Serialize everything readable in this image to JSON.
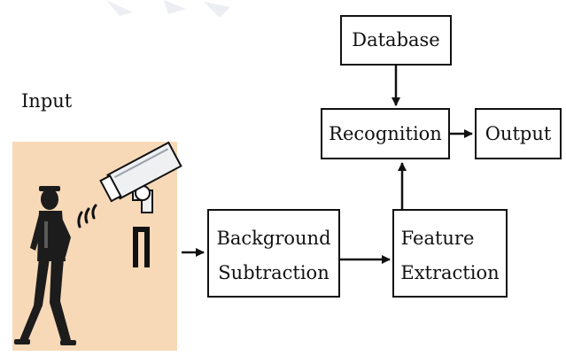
{
  "input_label": "Input",
  "boxes": {
    "database": "Database",
    "recognition": "Recognition",
    "output": "Output",
    "background_subtraction": [
      "Background",
      "Subtraction"
    ],
    "feature_extraction": [
      "Feature",
      "Extraction"
    ]
  },
  "colors": {
    "input_panel": "#f7d9b8",
    "stroke": "#111111",
    "camera_body": "#eef0f2",
    "person": "#1c1c1c"
  },
  "icons": [
    "walking-person-icon",
    "surveillance-camera-icon",
    "signal-waves-icon",
    "gait-bars-icon"
  ]
}
